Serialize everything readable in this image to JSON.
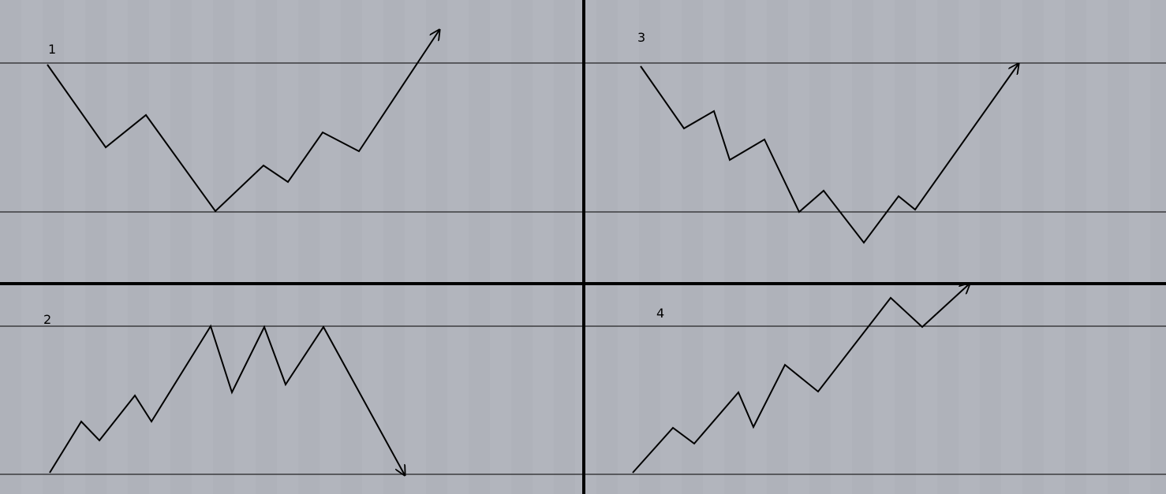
{
  "panels": [
    {
      "label": "1"
    },
    {
      "label": "2"
    },
    {
      "label": "3"
    },
    {
      "label": "4"
    }
  ],
  "colors": {
    "background": "#b2b5bd",
    "grid_stripe": "#adb1b9",
    "line": "#000000"
  }
}
